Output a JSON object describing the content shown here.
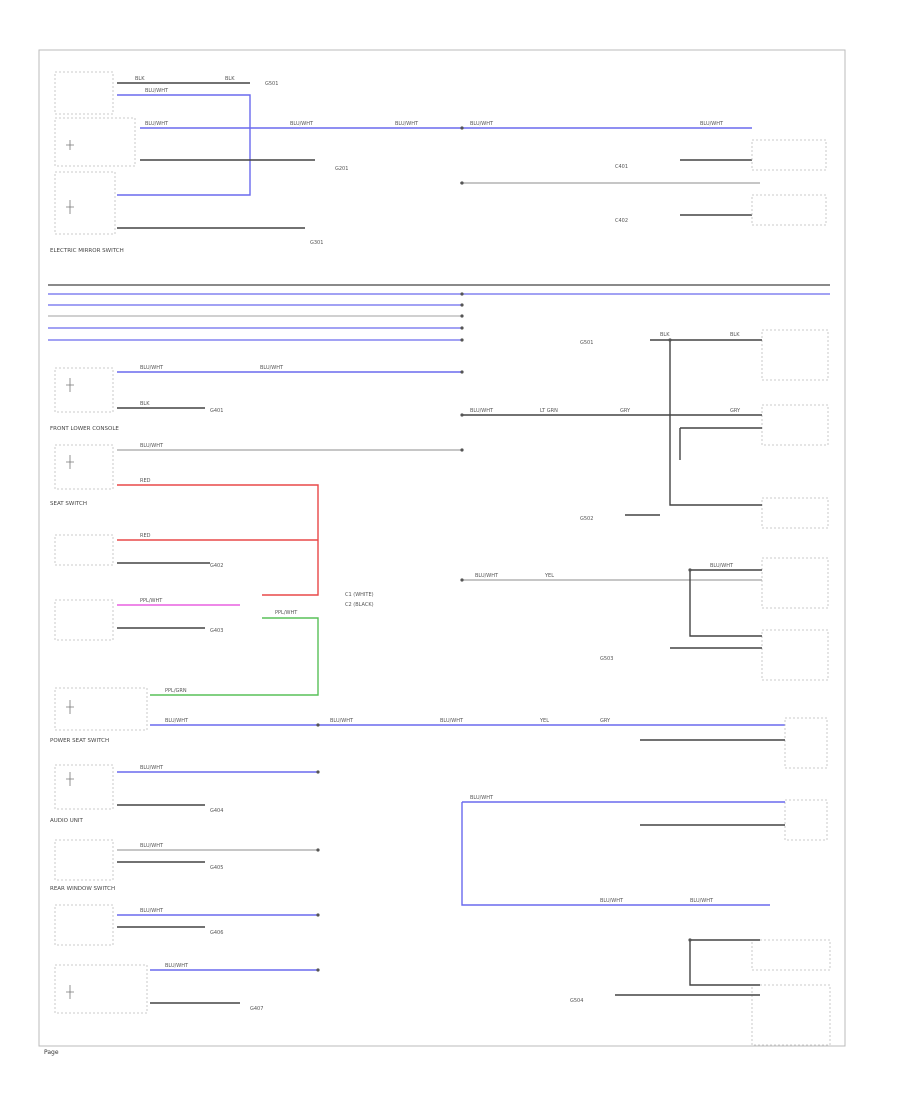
{
  "page_label": "Page",
  "wires": {
    "blue": "#6a6aee",
    "red": "#e84848",
    "pink": "#e860e0",
    "green": "#58c058",
    "dark": "#444444",
    "light": "#b4b4b4"
  },
  "labels": {
    "ground_front_1": "G201",
    "electric_mirror_switch": "ELECTRIC MIRROR SWITCH",
    "ground_left_rear": "G301",
    "front_lower_console": "FRONT LOWER CONSOLE",
    "seat_switch": "SEAT SWITCH",
    "power_seat_switch": "POWER SEAT SWITCH",
    "rear_window_switch": "REAR WINDOW SWITCH",
    "audio_unit": "AUDIO UNIT",
    "ground_right_1": "G501",
    "ground_right_2": "G502",
    "ground_right_3": "G503",
    "ground_right_4": "G504"
  }
}
